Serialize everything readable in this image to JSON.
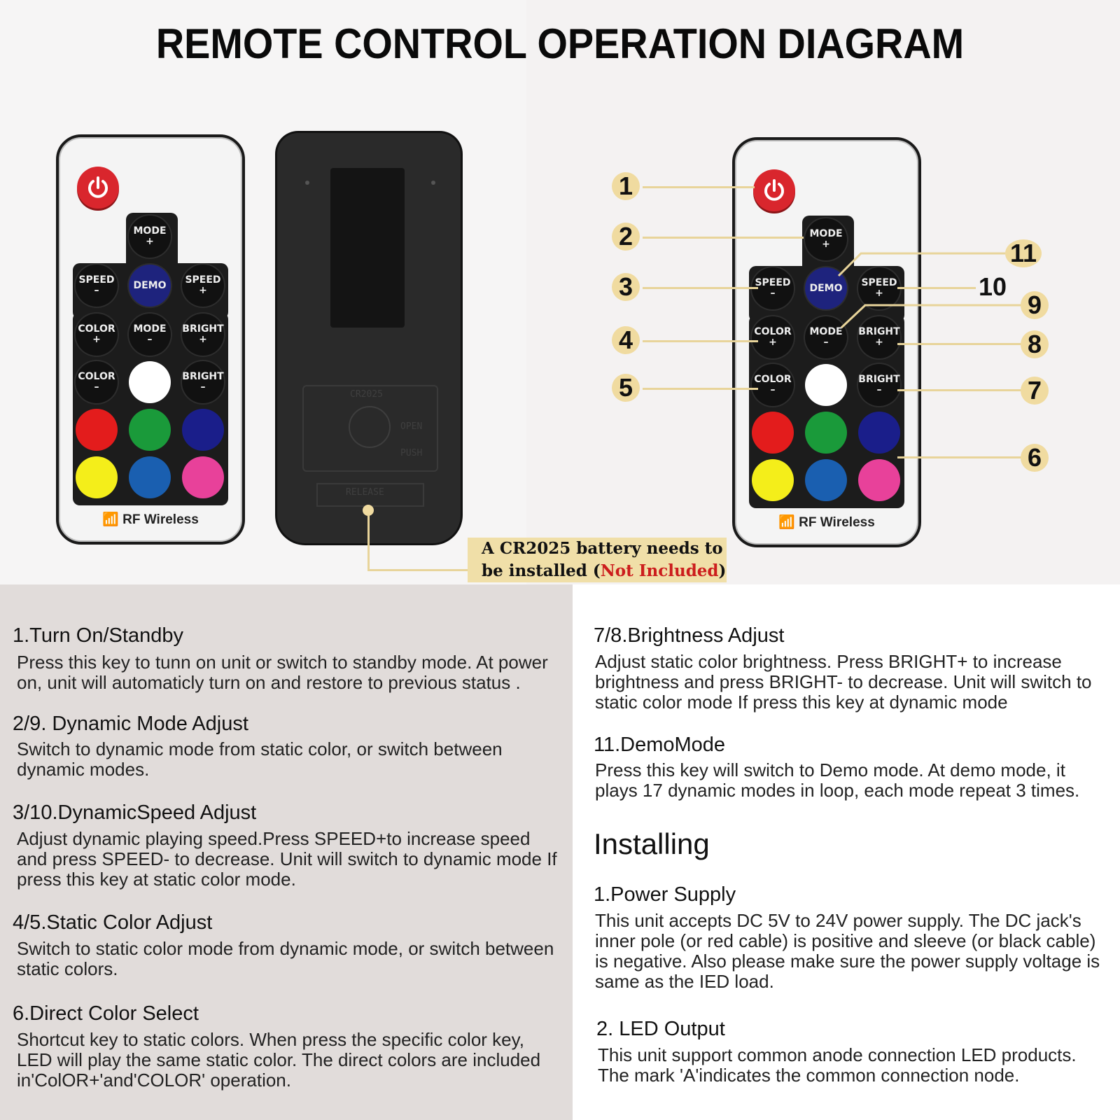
{
  "title": "REMOTE CONTROL OPERATION DIAGRAM",
  "remote": {
    "keys": {
      "mode_plus": [
        "MODE",
        "+"
      ],
      "speed_minus": [
        "SPEED",
        "–"
      ],
      "demo": "DEMO",
      "speed_plus": [
        "SPEED",
        "+"
      ],
      "color_plus": [
        "COLOR",
        "+"
      ],
      "mode_minus": [
        "MODE",
        "–"
      ],
      "bright_plus": [
        "BRIGHT",
        "+"
      ],
      "color_minus": [
        "COLOR",
        "–"
      ],
      "bright_minus": [
        "BRIGHT",
        "–"
      ]
    },
    "direct_colors": [
      "#e31c1c",
      "#1a9a3a",
      "#1a1e8a",
      "#f4ee1a",
      "#1a5fb0",
      "#e8419a",
      "#ffffff"
    ],
    "rf_label": "RF Wireless"
  },
  "back_engraving": {
    "battery_text": "CR2025",
    "release_text": "RELEASE",
    "open_text": "OPEN",
    "push_text": "PUSH"
  },
  "battery_callout": {
    "line1": "A CR2025 battery needs to",
    "line2_prefix": "be installed (",
    "not_included": "Not Included",
    "line2_suffix": ")"
  },
  "callout_numbers": [
    "1",
    "2",
    "3",
    "4",
    "5",
    "6",
    "7",
    "8",
    "9",
    "10",
    "11"
  ],
  "accent_colors": {
    "callout_bg": "#f0dba0",
    "not_included": "#cc1d1d",
    "power": "#d9262d",
    "demo": "#1e237d"
  },
  "left_sections": [
    {
      "heading": "1.Turn On/Standby",
      "body": "Press this key to tunn on unit or switch to standby mode. At power on, unit will automaticly turn on and restore to previous status ."
    },
    {
      "heading": "2/9. Dynamic Mode Adjust",
      "body": "Switch to dynamic mode from static color, or switch between dynamic modes."
    },
    {
      "heading": "3/10.DynamicSpeed Adjust",
      "body": "Adjust dynamic playing speed.Press SPEED+to increase speed and press SPEED- to decrease. Unit will switch to dynamic mode If press this key at static color mode."
    },
    {
      "heading": "4/5.Static Color Adjust",
      "body": "Switch to static color mode from dynamic mode, or switch between static colors."
    },
    {
      "heading": "6.Direct Color Select",
      "body": "Shortcut key to static colors. When press the specific color key, LED will play the same static color. The direct colors are included in'ColOR+'and'COLOR' operation."
    }
  ],
  "right_sections": [
    {
      "heading": "7/8.Brightness Adjust",
      "body": "Adjust static color brightness. Press BRIGHT+ to increase brightness and press BRIGHT- to decrease. Unit will switch to static color mode If press this key at dynamic mode"
    },
    {
      "heading": "11.DemoMode",
      "body": "Press this key will switch to Demo mode. At demo mode, it plays 17 dynamic modes in loop, each mode repeat 3 times."
    }
  ],
  "installing": {
    "heading": "Installing",
    "items": [
      {
        "heading": "1.Power Supply",
        "body": "This unit accepts DC 5V to 24V power supply. The DC jack's inner pole (or red cable) is positive and sleeve (or black cable) is negative. Also please make sure the power supply voltage is same as the IED load."
      },
      {
        "heading": "2. LED Output",
        "body": "This unit support common anode connection LED products. The mark 'A'indicates the common connection node."
      }
    ]
  }
}
